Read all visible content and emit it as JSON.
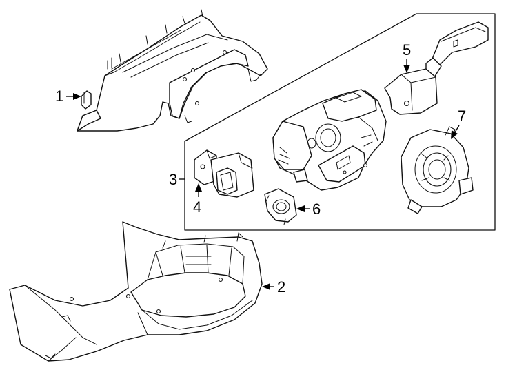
{
  "callouts": [
    {
      "id": "1",
      "text": "1"
    },
    {
      "id": "2",
      "text": "2"
    },
    {
      "id": "3",
      "text": "3"
    },
    {
      "id": "4",
      "text": "4"
    },
    {
      "id": "5",
      "text": "5"
    },
    {
      "id": "6",
      "text": "6"
    },
    {
      "id": "7",
      "text": "7"
    }
  ],
  "colors": {
    "line": "#111111",
    "background": "#ffffff"
  }
}
